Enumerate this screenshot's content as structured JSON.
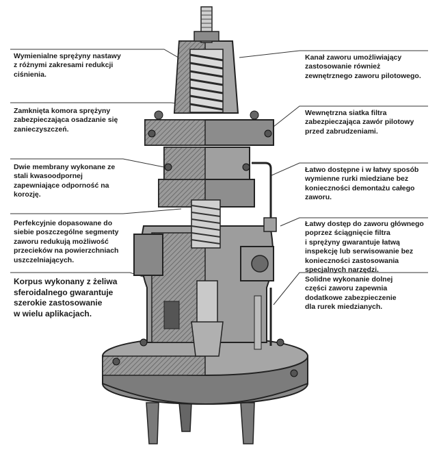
{
  "labels": {
    "left": [
      "Wymienialne sprężyny nastawy\nz różnymi zakresami redukcji\nciśnienia.",
      "Zamknięta komora sprężyny\nzabezpieczająca osadzanie się\nzanieczyszczeń.",
      "Dwie membrany wykonane ze\nstali kwasoodpornej\nzapewniające odporność na\nkorozję.",
      "Perfekcyjnie dopasowane do\nsiebie poszczególne segmenty\nzaworu redukują możliwość\nprzecieków na powierzchniach\nuszczelniających.",
      "Korpus wykonany z żeliwa\nsferoidalnego gwarantuje\nszerokie zastosowanie\nw wielu aplikacjach."
    ],
    "right": [
      "Kanał zaworu umożliwiający\nzastosowanie również\nzewnętrznego zaworu pilotowego.",
      "Wewnętrzna siatka filtra\nzabezpieczająca zawór pilotowy\nprzed zabrudzeniami.",
      "Łatwo dostępne i w łatwy sposób\nwymienne rurki miedziane bez\nkonieczności demontażu całego\nzaworu.",
      "Łatwy dostęp do zaworu głównego\npoprzez ściągnięcie filtra\ni sprężyny gwarantuje łatwą\ninspekcję lub serwisowanie bez\nkonieczności zastosowania\nspecjalnych narzędzi.",
      "Solidne wykonanie dolnej\nczęści zaworu zapewnia\ndodatkowe zabezpieczenie\ndla rurek miedzianych."
    ]
  },
  "colors": {
    "metal_light": "#bdbdbd",
    "metal_mid": "#8a8a8a",
    "metal_dark": "#4a4a4a",
    "leader": "#333333"
  }
}
